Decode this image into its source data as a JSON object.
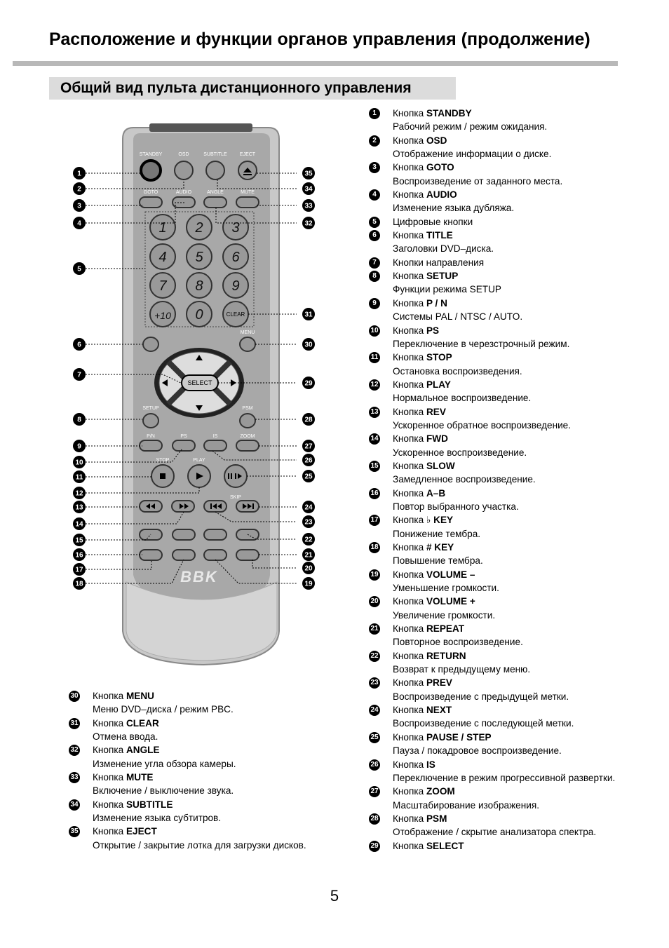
{
  "header": {
    "title": "Расположение и функции органов управления (продолжение)",
    "subtitle": "Общий вид пульта дистанционного управления"
  },
  "remote": {
    "top_labels": [
      "STANDBY",
      "OSD",
      "SUBTITLE",
      "EJECT"
    ],
    "row2_labels": [
      "GOTO",
      "AUDIO",
      "ANGLE",
      "MUTE"
    ],
    "digits": [
      "1",
      "2",
      "3",
      "4",
      "5",
      "6",
      "7",
      "8",
      "9",
      "+10",
      "0"
    ],
    "clear_label": "CLEAR",
    "menu_label": "MENU",
    "select_label": "SELECT",
    "setup_label": "SETUP",
    "psm_label": "PSM",
    "row_pn_labels": [
      "P/N",
      "PS",
      "IS",
      "ZOOM"
    ],
    "stop_label": "STOP",
    "play_label": "PLAY",
    "skip_label": "SKIP",
    "brand": "BBK"
  },
  "callouts": {
    "left": [
      "1",
      "2",
      "3",
      "4",
      "5",
      "6",
      "7",
      "8",
      "9",
      "10",
      "11",
      "12",
      "13",
      "14",
      "15",
      "16",
      "17",
      "18"
    ],
    "right": [
      "35",
      "34",
      "33",
      "32",
      "31",
      "30",
      "29",
      "28",
      "27",
      "26",
      "25",
      "24",
      "23",
      "22",
      "21",
      "20",
      "19"
    ]
  },
  "items_right": [
    {
      "num": "1",
      "prefix": "Кнопка ",
      "name": "STANDBY",
      "desc": "Рабочий режим / режим ожидания."
    },
    {
      "num": "2",
      "prefix": "Кнопка ",
      "name": "OSD",
      "desc": "Отображение информации о диске."
    },
    {
      "num": "3",
      "prefix": "Кнопка ",
      "name": "GOTO",
      "desc": "Воспроизведение от заданного места."
    },
    {
      "num": "4",
      "prefix": "Кнопка ",
      "name": "AUDIO",
      "desc": "Изменение языка дубляжа."
    },
    {
      "num": "5",
      "prefix": "Цифровые кнопки",
      "name": "",
      "desc": ""
    },
    {
      "num": "6",
      "prefix": "Кнопка ",
      "name": "TITLE",
      "desc": "Заголовки DVD–диска."
    },
    {
      "num": "7",
      "prefix": "Кнопки направления",
      "name": "",
      "desc": ""
    },
    {
      "num": "8",
      "prefix": "Кнопка ",
      "name": "SETUP",
      "desc": "Функции режима SETUP"
    },
    {
      "num": "9",
      "prefix": "Кнопка ",
      "name": "P / N",
      "desc": "Системы PAL / NTSC / AUTO."
    },
    {
      "num": "10",
      "prefix": "Кнопка ",
      "name": "PS",
      "desc": "Переключение в черезстрочный режим."
    },
    {
      "num": "11",
      "prefix": "Кнопка ",
      "name": "STOP",
      "desc": "Остановка воспроизведения."
    },
    {
      "num": "12",
      "prefix": "Кнопка ",
      "name": "PLAY",
      "desc": "Нормальное воспроизведение."
    },
    {
      "num": "13",
      "prefix": "Кнопка ",
      "name": "REV",
      "desc": "Ускоренное обратное воспроизведение."
    },
    {
      "num": "14",
      "prefix": "Кнопка ",
      "name": "FWD",
      "desc": "Ускоренное воспроизведение."
    },
    {
      "num": "15",
      "prefix": "Кнопка ",
      "name": "SLOW",
      "desc": "Замедленное воспроизведение."
    },
    {
      "num": "16",
      "prefix": "Кнопка ",
      "name": "A–B",
      "desc": "Повтор выбранного участка."
    },
    {
      "num": "17",
      "prefix": "Кнопка ",
      "name": "♭ KEY",
      "desc": "Понижение тембра."
    },
    {
      "num": "18",
      "prefix": "Кнопка ",
      "name": "# KEY",
      "desc": "Повышение тембра."
    },
    {
      "num": "19",
      "prefix": "Кнопка ",
      "name": "VOLUME –",
      "desc": "Уменьшение громкости."
    },
    {
      "num": "20",
      "prefix": "Кнопка ",
      "name": "VOLUME +",
      "desc": "Увеличение громкости."
    },
    {
      "num": "21",
      "prefix": "Кнопка ",
      "name": "REPEAT",
      "desc": "Повторное воспроизведение."
    },
    {
      "num": "22",
      "prefix": "Кнопка ",
      "name": "RETURN",
      "desc": "Возврат к предыдущему меню."
    },
    {
      "num": "23",
      "prefix": "Кнопка ",
      "name": "PREV",
      "desc": "Воспроизведение с предыдущей метки."
    },
    {
      "num": "24",
      "prefix": "Кнопка ",
      "name": "NEXT",
      "desc": "Воспроизведение с последующей метки."
    },
    {
      "num": "25",
      "prefix": "Кнопка ",
      "name": "PAUSE / STEP",
      "desc": "Пауза / покадровое воспроизведение."
    },
    {
      "num": "26",
      "prefix": "Кнопка ",
      "name": "IS",
      "desc": "Переключение в режим прогрессивной развертки."
    },
    {
      "num": "27",
      "prefix": "Кнопка ",
      "name": "ZOOM",
      "desc": "Масштабирование изображения."
    },
    {
      "num": "28",
      "prefix": "Кнопка ",
      "name": "PSM",
      "desc": "Отображение / скрытие анализатора спектра."
    },
    {
      "num": "29",
      "prefix": "Кнопка ",
      "name": "SELECT",
      "desc": ""
    }
  ],
  "items_left": [
    {
      "num": "30",
      "prefix": "Кнопка ",
      "name": "MENU",
      "desc": "Меню DVD–диска / режим PBC."
    },
    {
      "num": "31",
      "prefix": "Кнопка ",
      "name": "CLEAR",
      "desc": "Отмена ввода."
    },
    {
      "num": "32",
      "prefix": "Кнопка ",
      "name": "ANGLE",
      "desc": "Изменение угла обзора камеры."
    },
    {
      "num": "33",
      "prefix": "Кнопка ",
      "name": "MUTE",
      "desc": "Включение / выключение звука."
    },
    {
      "num": "34",
      "prefix": "Кнопка ",
      "name": "SUBTITLE",
      "desc": "Изменение языка субтитров."
    },
    {
      "num": "35",
      "prefix": "Кнопка ",
      "name": "EJECT",
      "desc": "Открытие / закрытие лотка для загрузки дисков."
    }
  ],
  "footer": {
    "page_number": "5"
  }
}
